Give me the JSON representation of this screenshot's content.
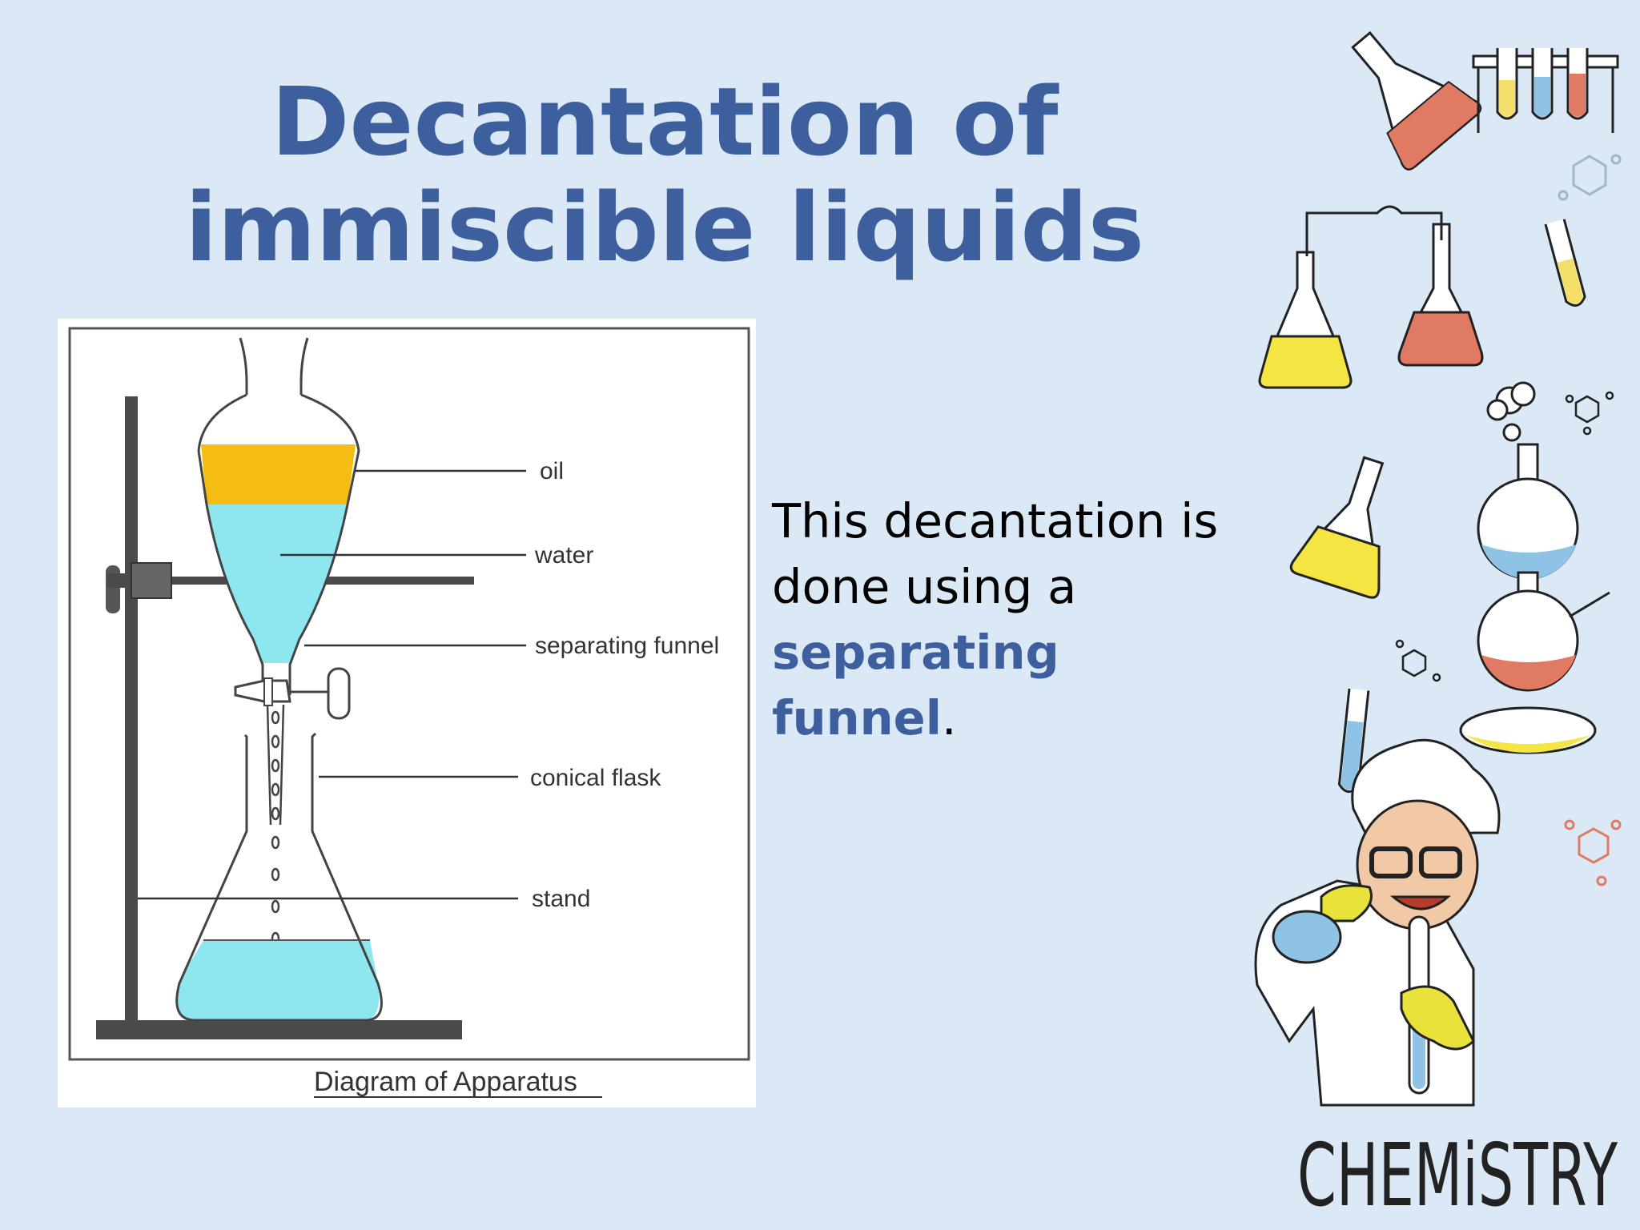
{
  "slide": {
    "title_line1": "Decantation of",
    "title_line2": "immiscible liquids",
    "body_before": "This decantation is done using a",
    "body_highlight": "separating funnel",
    "body_after": "."
  },
  "diagram": {
    "labels": {
      "oil": "oil",
      "water": "water",
      "funnel": "separating funnel",
      "flask": "conical flask",
      "stand": "stand"
    },
    "caption": "Diagram of Apparatus"
  },
  "decor": {
    "logo_text": "CHEMiSTRY"
  },
  "colors": {
    "background": "#dbe8f5",
    "title": "#3d5f9e",
    "highlight": "#3d5f9e",
    "oil": "#f5bd14",
    "water": "#8ee7ef"
  }
}
